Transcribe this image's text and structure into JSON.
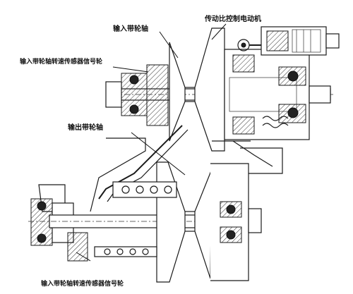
{
  "labels": {
    "input_pulley_shaft": "输入带轮轴",
    "ratio_control_motor": "传动比控制电动机",
    "input_speed_sensor_top": "输入带轮轴转速传感器信号轮",
    "output_pulley_shaft": "输出带轮轴",
    "input_speed_sensor_bottom": "输入带轮轴转速传感器信号轮"
  }
}
